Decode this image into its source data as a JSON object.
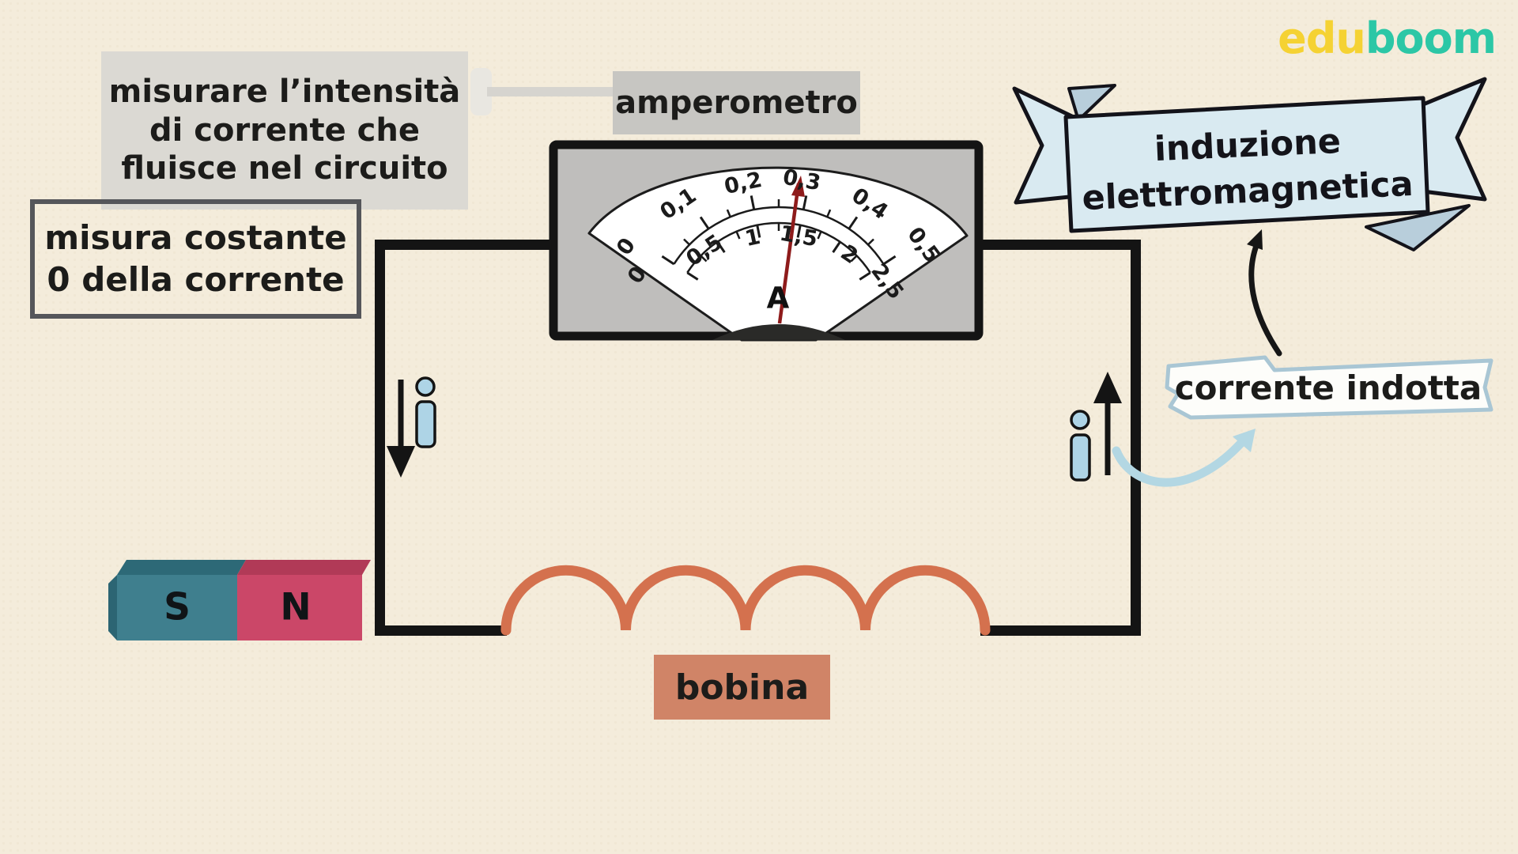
{
  "logo": {
    "edu": "edu",
    "boom": "boom",
    "edu_color": "#f5d233",
    "boom_color": "#2cc7a6"
  },
  "notes": {
    "measure": {
      "line1": "misurare l’intensità",
      "line2": "di corrente che",
      "line3": "fluisce nel circuito"
    },
    "constant": {
      "line1": "misura costante",
      "line2": "0 della corrente"
    }
  },
  "ammeter": {
    "label": "amperometro",
    "unit": "A",
    "outer_scale": [
      "0",
      "0,1",
      "0,2",
      "0,3",
      "0,4",
      "0,5"
    ],
    "inner_scale": [
      "0",
      "0,5",
      "1",
      "1,5",
      "2",
      "2,5"
    ],
    "needle_points_to": "0,3",
    "needle_color": "#8e1b1b"
  },
  "banner": {
    "line1": "induzione",
    "line2": "elettromagnetica",
    "fill": "#d9eaf1"
  },
  "induced_current": {
    "label": "corrente indotta"
  },
  "circuit": {
    "coil_label": "bobina",
    "current_symbol_left": "i",
    "current_symbol_right": "i",
    "coil_color": "#d4714e",
    "current_letter_color": "#aed4e6",
    "wire_color": "#141414"
  },
  "magnet": {
    "south": "S",
    "north": "N",
    "south_color": "#3f7f8e",
    "north_color": "#cb4768"
  }
}
